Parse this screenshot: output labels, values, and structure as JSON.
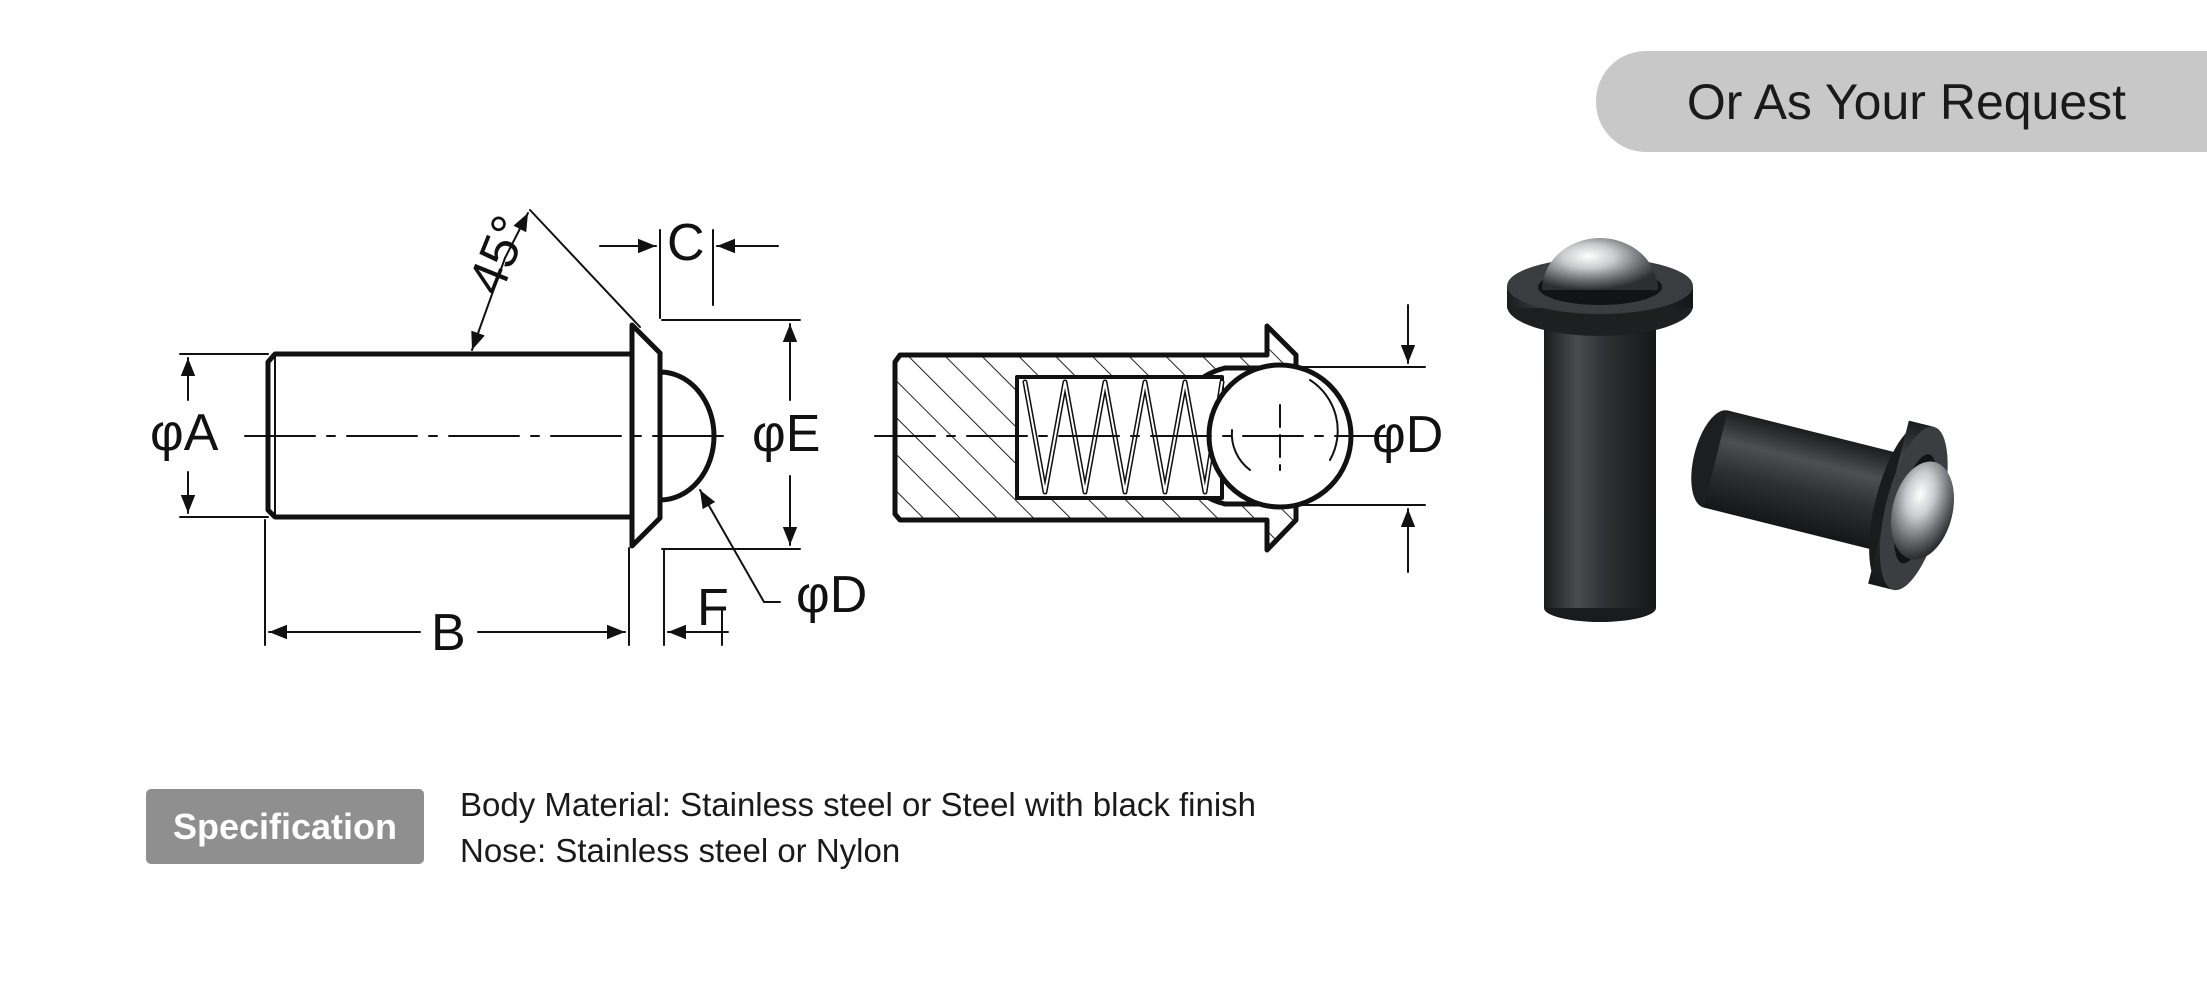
{
  "banner": {
    "text": "Or As Your Request"
  },
  "drawing": {
    "side_view_labels": {
      "phi_a": "φA",
      "angle": "45°",
      "c": "C",
      "phi_e": "φE",
      "b": "B",
      "f": "F",
      "phi_d": "φD"
    },
    "section_view_labels": {
      "phi_d": "φD"
    }
  },
  "photo": {
    "description_icons": [
      "ball-plunger-upright-icon",
      "ball-plunger-tilted-icon"
    ]
  },
  "spec": {
    "badge": "Specification",
    "lines": [
      "Body Material: Stainless steel or Steel with black finish",
      "Nose: Stainless steel or Nylon"
    ]
  },
  "colors": {
    "banner_bg": "#c8c8c8",
    "badge_bg": "#8f8f8f",
    "metal_dark": "#2a2b2d"
  }
}
